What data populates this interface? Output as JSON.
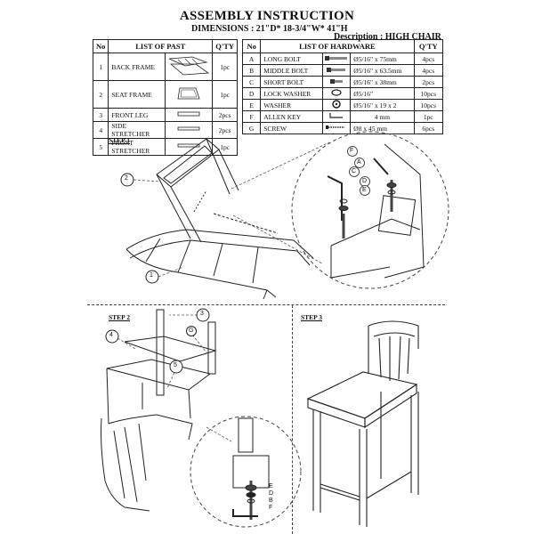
{
  "header": {
    "title": "ASSEMBLY INSTRUCTION",
    "dimensions": "DIMENSIONS : 21\"D* 18-3/4\"W* 41\"H",
    "description": "Description : HIGH   CHAIR"
  },
  "parts_table": {
    "headers": [
      "No",
      "LIST OF PAST",
      "Q'TY"
    ],
    "rows": [
      {
        "no": "1",
        "name": "BACK FRAME",
        "qty": "1pc"
      },
      {
        "no": "2",
        "name": "SEAT FRAME",
        "qty": "1pc"
      },
      {
        "no": "3",
        "name": "FRONT LEG",
        "qty": "2pcs"
      },
      {
        "no": "4",
        "name": "SIDE STRETCHER",
        "qty": "2pcs"
      },
      {
        "no": "5",
        "name": "FRONT STRETCHER",
        "qty": "1pc"
      }
    ]
  },
  "hardware_table": {
    "headers": [
      "No",
      "LIST OF HARDWARE",
      "Q'TY"
    ],
    "rows": [
      {
        "no": "A",
        "name": "LONG BOLT",
        "size": "Ø5/16\" x 75mm",
        "qty": "4pcs"
      },
      {
        "no": "B",
        "name": "MIDDLE BOLT",
        "size": "Ø5/16\" x 63.5mm",
        "qty": "4pcs"
      },
      {
        "no": "C",
        "name": "SHORT BOLT",
        "size": "Ø5/16\" x 38mm",
        "qty": "2pcs"
      },
      {
        "no": "D",
        "name": "LOCK WASHER",
        "size": "Ø5/16\"",
        "qty": "10pcs"
      },
      {
        "no": "E",
        "name": "WASHER",
        "size": "Ø5/16\" x 19 x 2",
        "qty": "10pcs"
      },
      {
        "no": "F",
        "name": "ALLEN KEY",
        "size": "4 mm",
        "qty": "1pc"
      },
      {
        "no": "G",
        "name": "SCREW",
        "size": "Ø8 x 45 mm",
        "qty": "6pcs"
      }
    ]
  },
  "steps": {
    "step1": "STEP 1",
    "step2": "STEP 2",
    "step3": "STEP 3"
  },
  "callouts": {
    "step1": [
      "2",
      "1",
      "F",
      "A",
      "C",
      "D",
      "E"
    ],
    "step2": [
      "4",
      "3",
      "G",
      "5"
    ],
    "detail": [
      "E",
      "D",
      "B",
      "F"
    ]
  }
}
